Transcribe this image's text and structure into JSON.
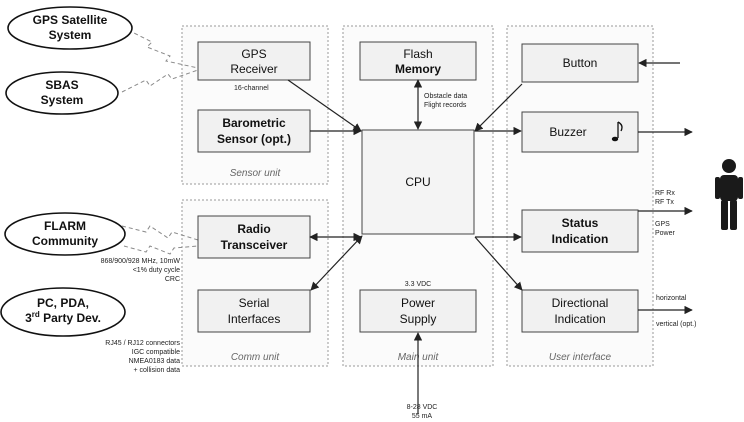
{
  "external": {
    "gps_satellite": {
      "line1": "GPS Satellite",
      "line2": "System"
    },
    "sbas": {
      "line1": "SBAS",
      "line2": "System"
    },
    "flarm": {
      "line1": "FLARM",
      "line2": "Community"
    },
    "pc": {
      "line1": "PC, PDA,",
      "line2_main": "3",
      "line2_sup": "rd",
      "line2_rest": " Party Dev."
    }
  },
  "units": {
    "sensor": "Sensor unit",
    "comm": "Comm unit",
    "main": "Main   unit",
    "ui": "User interface"
  },
  "blocks": {
    "gps_receiver": {
      "line1": "GPS",
      "line2": "Receiver"
    },
    "barometric": {
      "line1": "Barometric",
      "line2": "Sensor (opt.)"
    },
    "radio": {
      "line1": "Radio",
      "line2": "Transceiver"
    },
    "serial": {
      "line1": "Serial",
      "line2": "Interfaces"
    },
    "flash": {
      "line1": "Flash",
      "line2": "Memory"
    },
    "cpu": "CPU",
    "power": {
      "line1": "Power",
      "line2": "Supply"
    },
    "button": "Button",
    "buzzer": "Buzzer",
    "status": {
      "line1": "Status",
      "line2": "Indication"
    },
    "directional": {
      "line1": "Directional",
      "line2": "Indication"
    }
  },
  "notes": {
    "gps_channels": "16-channel",
    "flash_1": "Obstacle data",
    "flash_2": "Flight records",
    "radio_1": "868/900/928 MHz, 10mW",
    "radio_2": "<1% duty cycle",
    "radio_3": "CRC",
    "serial_1": "RJ45 / RJ12 connectors",
    "serial_2": "IGC compatible",
    "serial_3": "NMEA0183 data",
    "serial_4": "+ collision data",
    "power_top": "3.3 VDC",
    "power_in_1": "8-28 VDC",
    "power_in_2": "55 mA",
    "status_1": "RF Rx",
    "status_2": "RF Tx",
    "status_3": "GPS",
    "status_4": "Power",
    "dir_1": "horizontal",
    "dir_2": "vertical (opt.)"
  },
  "icons": {
    "buzzer": "music-note-icon",
    "user": "person-icon"
  }
}
